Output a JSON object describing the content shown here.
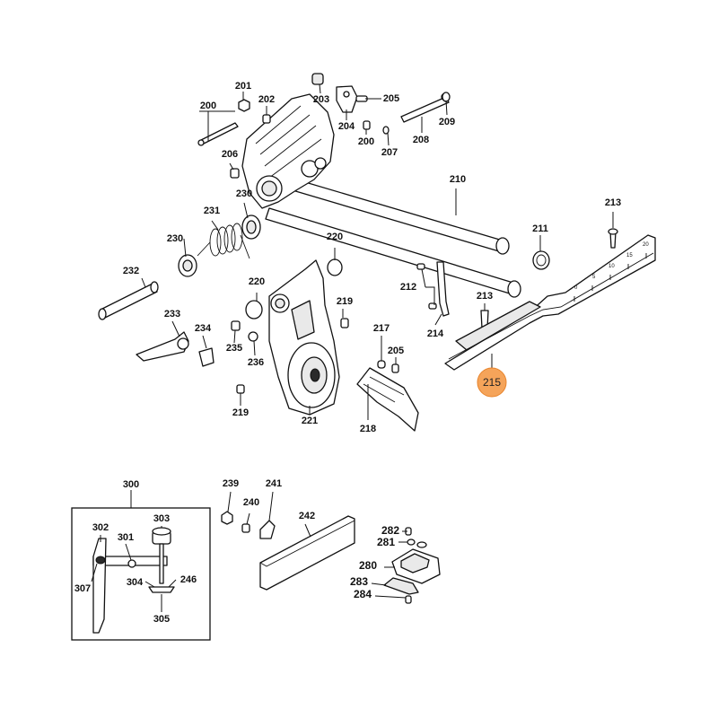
{
  "labels": {
    "p200a": "200",
    "p201": "201",
    "p202": "202",
    "p203": "203",
    "p204": "204",
    "p205a": "205",
    "p200b": "200",
    "p207": "207",
    "p208": "208",
    "p209": "209",
    "p206": "206",
    "p230a": "230",
    "p231": "231",
    "p230b": "230",
    "p210": "210",
    "p213a": "213",
    "p211": "211",
    "p220a": "220",
    "p232": "232",
    "p220b": "220",
    "p219a": "219",
    "p212": "212",
    "p213b": "213",
    "p214": "214",
    "p233": "233",
    "p234": "234",
    "p235": "235",
    "p236": "236",
    "p217": "217",
    "p205b": "205",
    "p215": "215",
    "p219b": "219",
    "p221": "221",
    "p218": "218",
    "p300": "300",
    "p302": "302",
    "p301": "301",
    "p303": "303",
    "p307": "307",
    "p304": "304",
    "p246": "246",
    "p305": "305",
    "p239": "239",
    "p240": "240",
    "p241": "241",
    "p242": "242",
    "p282": "282",
    "p281": "281",
    "p280": "280",
    "p283": "283",
    "p284": "284"
  },
  "ruler": {
    "ticks": [
      "0",
      "5",
      "10",
      "15",
      "20"
    ]
  },
  "highlight": {
    "part": "215",
    "color": "#f5a45a"
  }
}
